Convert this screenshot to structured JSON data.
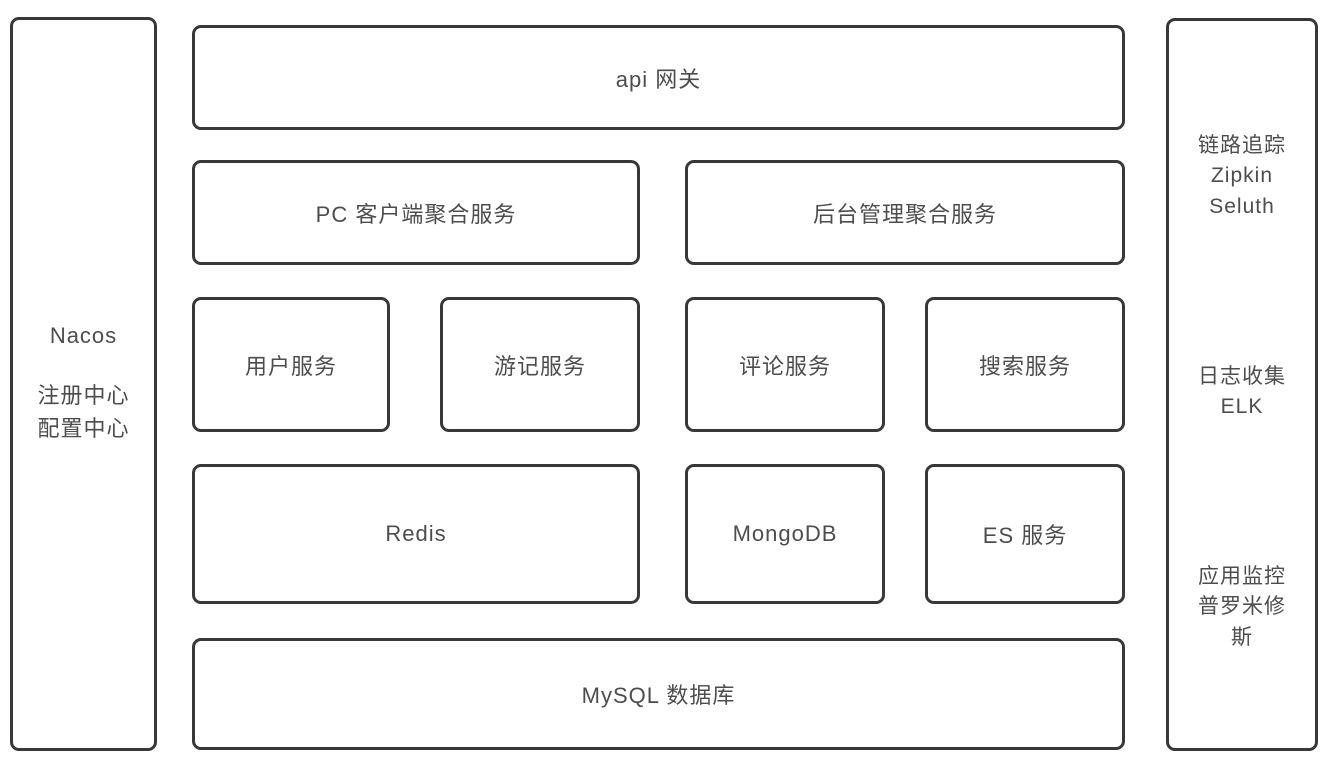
{
  "diagram": {
    "left_panel": {
      "title": "Nacos",
      "lines": [
        "注册中心",
        "配置中心"
      ]
    },
    "layers": {
      "gateway": "api 网关",
      "aggregation": [
        "PC 客户端聚合服务",
        "后台管理聚合服务"
      ],
      "services": [
        "用户服务",
        "游记服务",
        "评论服务",
        "搜索服务"
      ],
      "storage": [
        "Redis",
        "MongoDB",
        "ES 服务"
      ],
      "database": "MySQL 数据库"
    },
    "right_panel": {
      "groups": [
        {
          "lines": [
            "链路追踪",
            "Zipkin",
            "Seluth"
          ]
        },
        {
          "lines": [
            "日志收集",
            "ELK"
          ]
        },
        {
          "lines": [
            "应用监控",
            "普罗米修斯"
          ]
        }
      ]
    },
    "colors": {
      "border": "#383838",
      "text": "#4d4d4d",
      "background": "#ffffff"
    }
  }
}
